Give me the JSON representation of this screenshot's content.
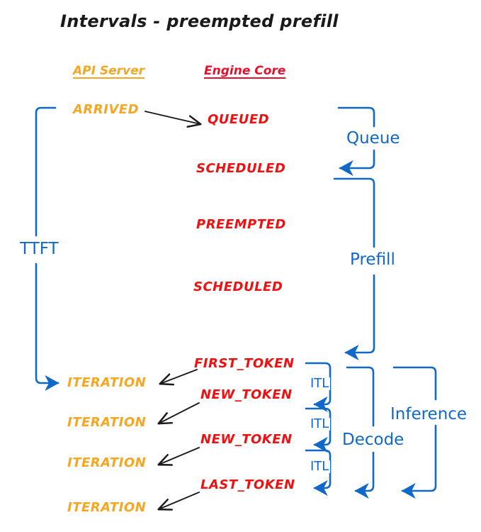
{
  "title": "Intervals - preempted prefill",
  "colors": {
    "api_orange": "#F5A623",
    "engine_red": "#EE1111",
    "bracket_blue": "#1068C8",
    "arrow_black": "#1a1a1a",
    "background": "#FFFFFF"
  },
  "columns": {
    "api_server": "API Server",
    "engine_core": "Engine Core"
  },
  "api_events": [
    {
      "label": "ARRIVED"
    },
    {
      "label": "ITERATION"
    },
    {
      "label": "ITERATION"
    },
    {
      "label": "ITERATION"
    },
    {
      "label": "ITERATION"
    }
  ],
  "engine_events": [
    {
      "label": "QUEUED"
    },
    {
      "label": "SCHEDULED"
    },
    {
      "label": "PREEMPTED"
    },
    {
      "label": "SCHEDULED"
    },
    {
      "label": "FIRST_TOKEN"
    },
    {
      "label": "NEW_TOKEN"
    },
    {
      "label": "NEW_TOKEN"
    },
    {
      "label": "LAST_TOKEN"
    }
  ],
  "intervals": {
    "ttft": "TTFT",
    "queue": "Queue",
    "prefill": "Prefill",
    "decode": "Decode",
    "inference": "Inference",
    "itl_1": "ITL",
    "itl_2": "ITL",
    "itl_3": "ITL"
  }
}
